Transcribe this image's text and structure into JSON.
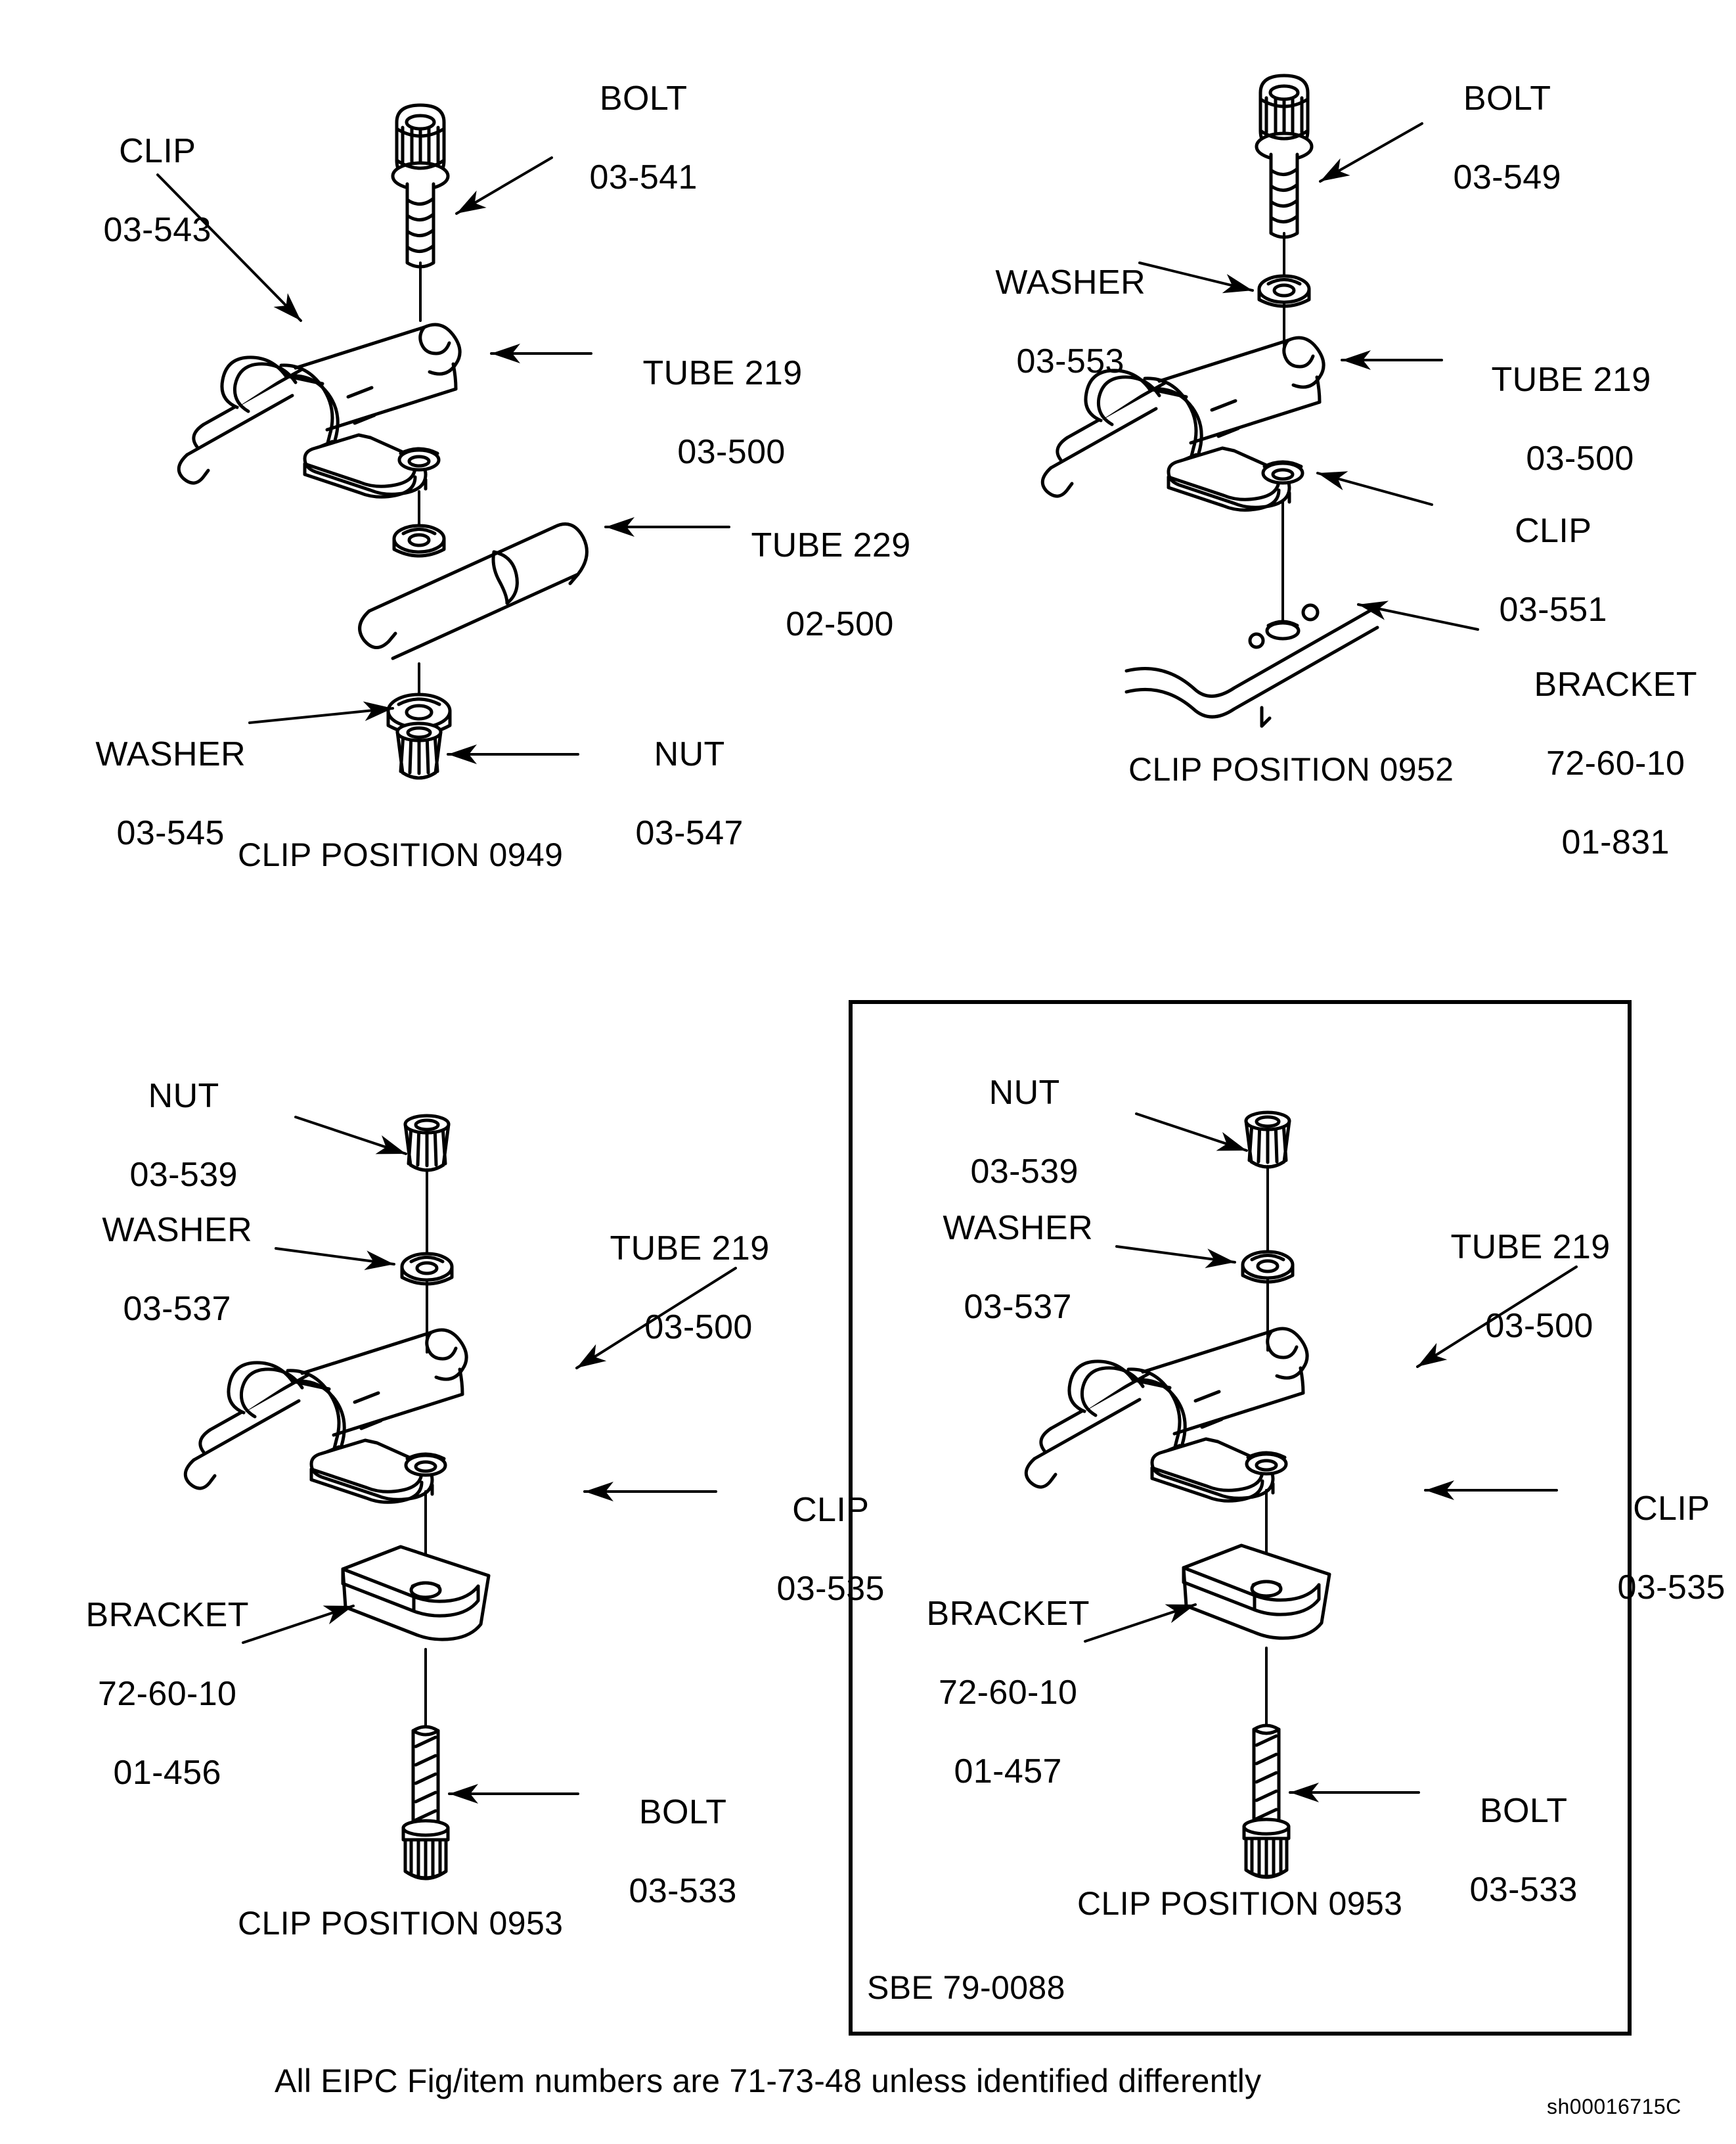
{
  "figure": {
    "drawing_code": "sh00016715C",
    "footnote": "All EIPC Fig/item numbers are 71-73-48 unless identified differently"
  },
  "panels": [
    {
      "id": "panel-0949",
      "caption": "CLIP POSITION 0949",
      "boxed": false,
      "callouts": [
        {
          "name": "bolt",
          "title": "BOLT",
          "ref": "03-541",
          "ref2": ""
        },
        {
          "name": "clip",
          "title": "CLIP",
          "ref": "03-543",
          "ref2": ""
        },
        {
          "name": "tube219",
          "title": "TUBE 219",
          "ref": "03-500",
          "ref2": ""
        },
        {
          "name": "tube229",
          "title": "TUBE 229",
          "ref": "02-500",
          "ref2": ""
        },
        {
          "name": "washer",
          "title": "WASHER",
          "ref": "03-545",
          "ref2": ""
        },
        {
          "name": "nut",
          "title": "NUT",
          "ref": "03-547",
          "ref2": ""
        }
      ]
    },
    {
      "id": "panel-0952",
      "caption": "CLIP POSITION 0952",
      "boxed": false,
      "callouts": [
        {
          "name": "bolt",
          "title": "BOLT",
          "ref": "03-549",
          "ref2": ""
        },
        {
          "name": "washer",
          "title": "WASHER",
          "ref": "03-553",
          "ref2": ""
        },
        {
          "name": "tube219",
          "title": "TUBE 219",
          "ref": "03-500",
          "ref2": ""
        },
        {
          "name": "clip",
          "title": "CLIP",
          "ref": "03-551",
          "ref2": ""
        },
        {
          "name": "bracket",
          "title": "BRACKET",
          "ref": "72-60-10",
          "ref2": "01-831"
        }
      ]
    },
    {
      "id": "panel-0953-left",
      "caption": "CLIP POSITION 0953",
      "boxed": false,
      "callouts": [
        {
          "name": "nut",
          "title": "NUT",
          "ref": "03-539",
          "ref2": ""
        },
        {
          "name": "washer",
          "title": "WASHER",
          "ref": "03-537",
          "ref2": ""
        },
        {
          "name": "tube219",
          "title": "TUBE 219",
          "ref": "03-500",
          "ref2": ""
        },
        {
          "name": "clip",
          "title": "CLIP",
          "ref": "03-535",
          "ref2": ""
        },
        {
          "name": "bracket",
          "title": "BRACKET",
          "ref": "72-60-10",
          "ref2": "01-456"
        },
        {
          "name": "bolt",
          "title": "BOLT",
          "ref": "03-533",
          "ref2": ""
        }
      ]
    },
    {
      "id": "panel-0953-boxed",
      "caption": "CLIP POSITION 0953",
      "boxed": true,
      "box_note": "SBE 79-0088",
      "callouts": [
        {
          "name": "nut",
          "title": "NUT",
          "ref": "03-539",
          "ref2": ""
        },
        {
          "name": "washer",
          "title": "WASHER",
          "ref": "03-537",
          "ref2": ""
        },
        {
          "name": "tube219",
          "title": "TUBE 219",
          "ref": "03-500",
          "ref2": ""
        },
        {
          "name": "clip",
          "title": "CLIP",
          "ref": "03-535",
          "ref2": ""
        },
        {
          "name": "bracket",
          "title": "BRACKET",
          "ref": "72-60-10",
          "ref2": "01-457"
        },
        {
          "name": "bolt",
          "title": "BOLT",
          "ref": "03-533",
          "ref2": ""
        }
      ]
    }
  ],
  "colors": {
    "ink": "#000000",
    "paper": "#ffffff"
  }
}
